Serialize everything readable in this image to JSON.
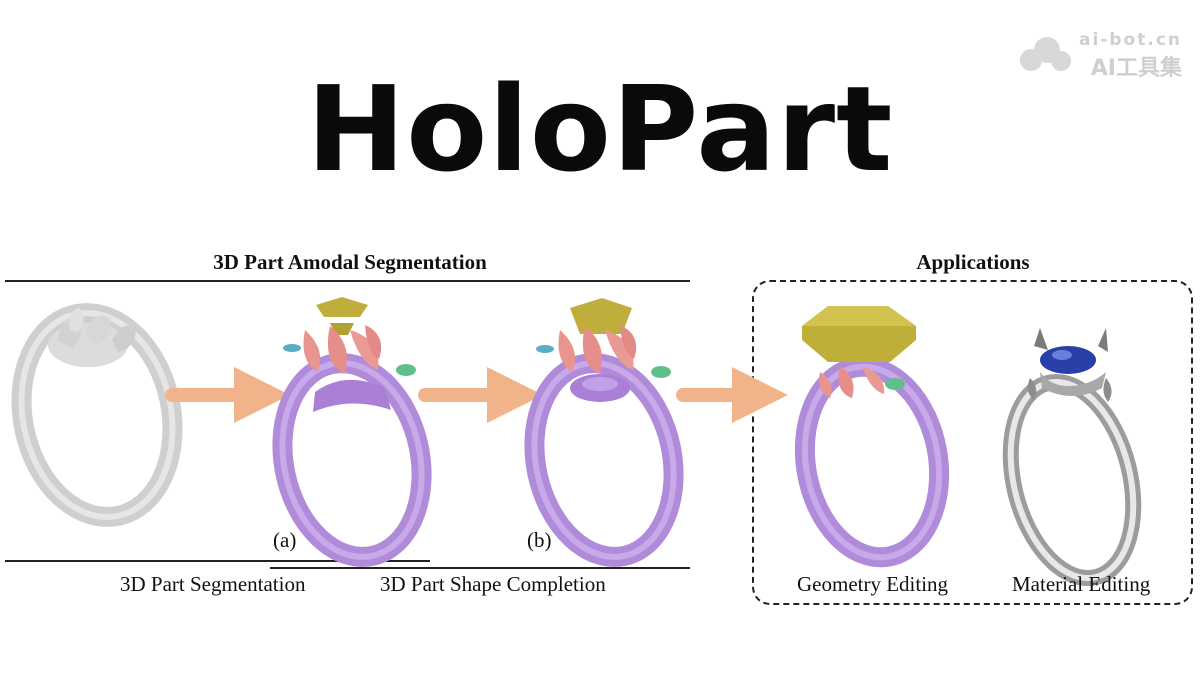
{
  "title": "HoloPart",
  "watermark": {
    "line1": "ai-bot.cn",
    "line2": "AI工具集"
  },
  "section": {
    "title": "3D Part Amodal Segmentation",
    "label_a": "(a)",
    "label_b": "(b)",
    "caption_segmentation": "3D Part Segmentation",
    "caption_completion": "3D Part Shape Completion"
  },
  "applications": {
    "title": "Applications",
    "caption_geometry": "Geometry Editing",
    "caption_material": "Material Editing"
  },
  "colors": {
    "ring_gray": "#d6d6d6",
    "ring_purple": "#b591dc",
    "petal_pink": "#e8948f",
    "gem_olive": "#bfae3b",
    "arrow_orange": "#f1b48a",
    "sapphire": "#2a3fa8",
    "silver": "#c9c9c9"
  },
  "icons": [
    "arrow-right-icon",
    "watermark-logo-icon"
  ]
}
